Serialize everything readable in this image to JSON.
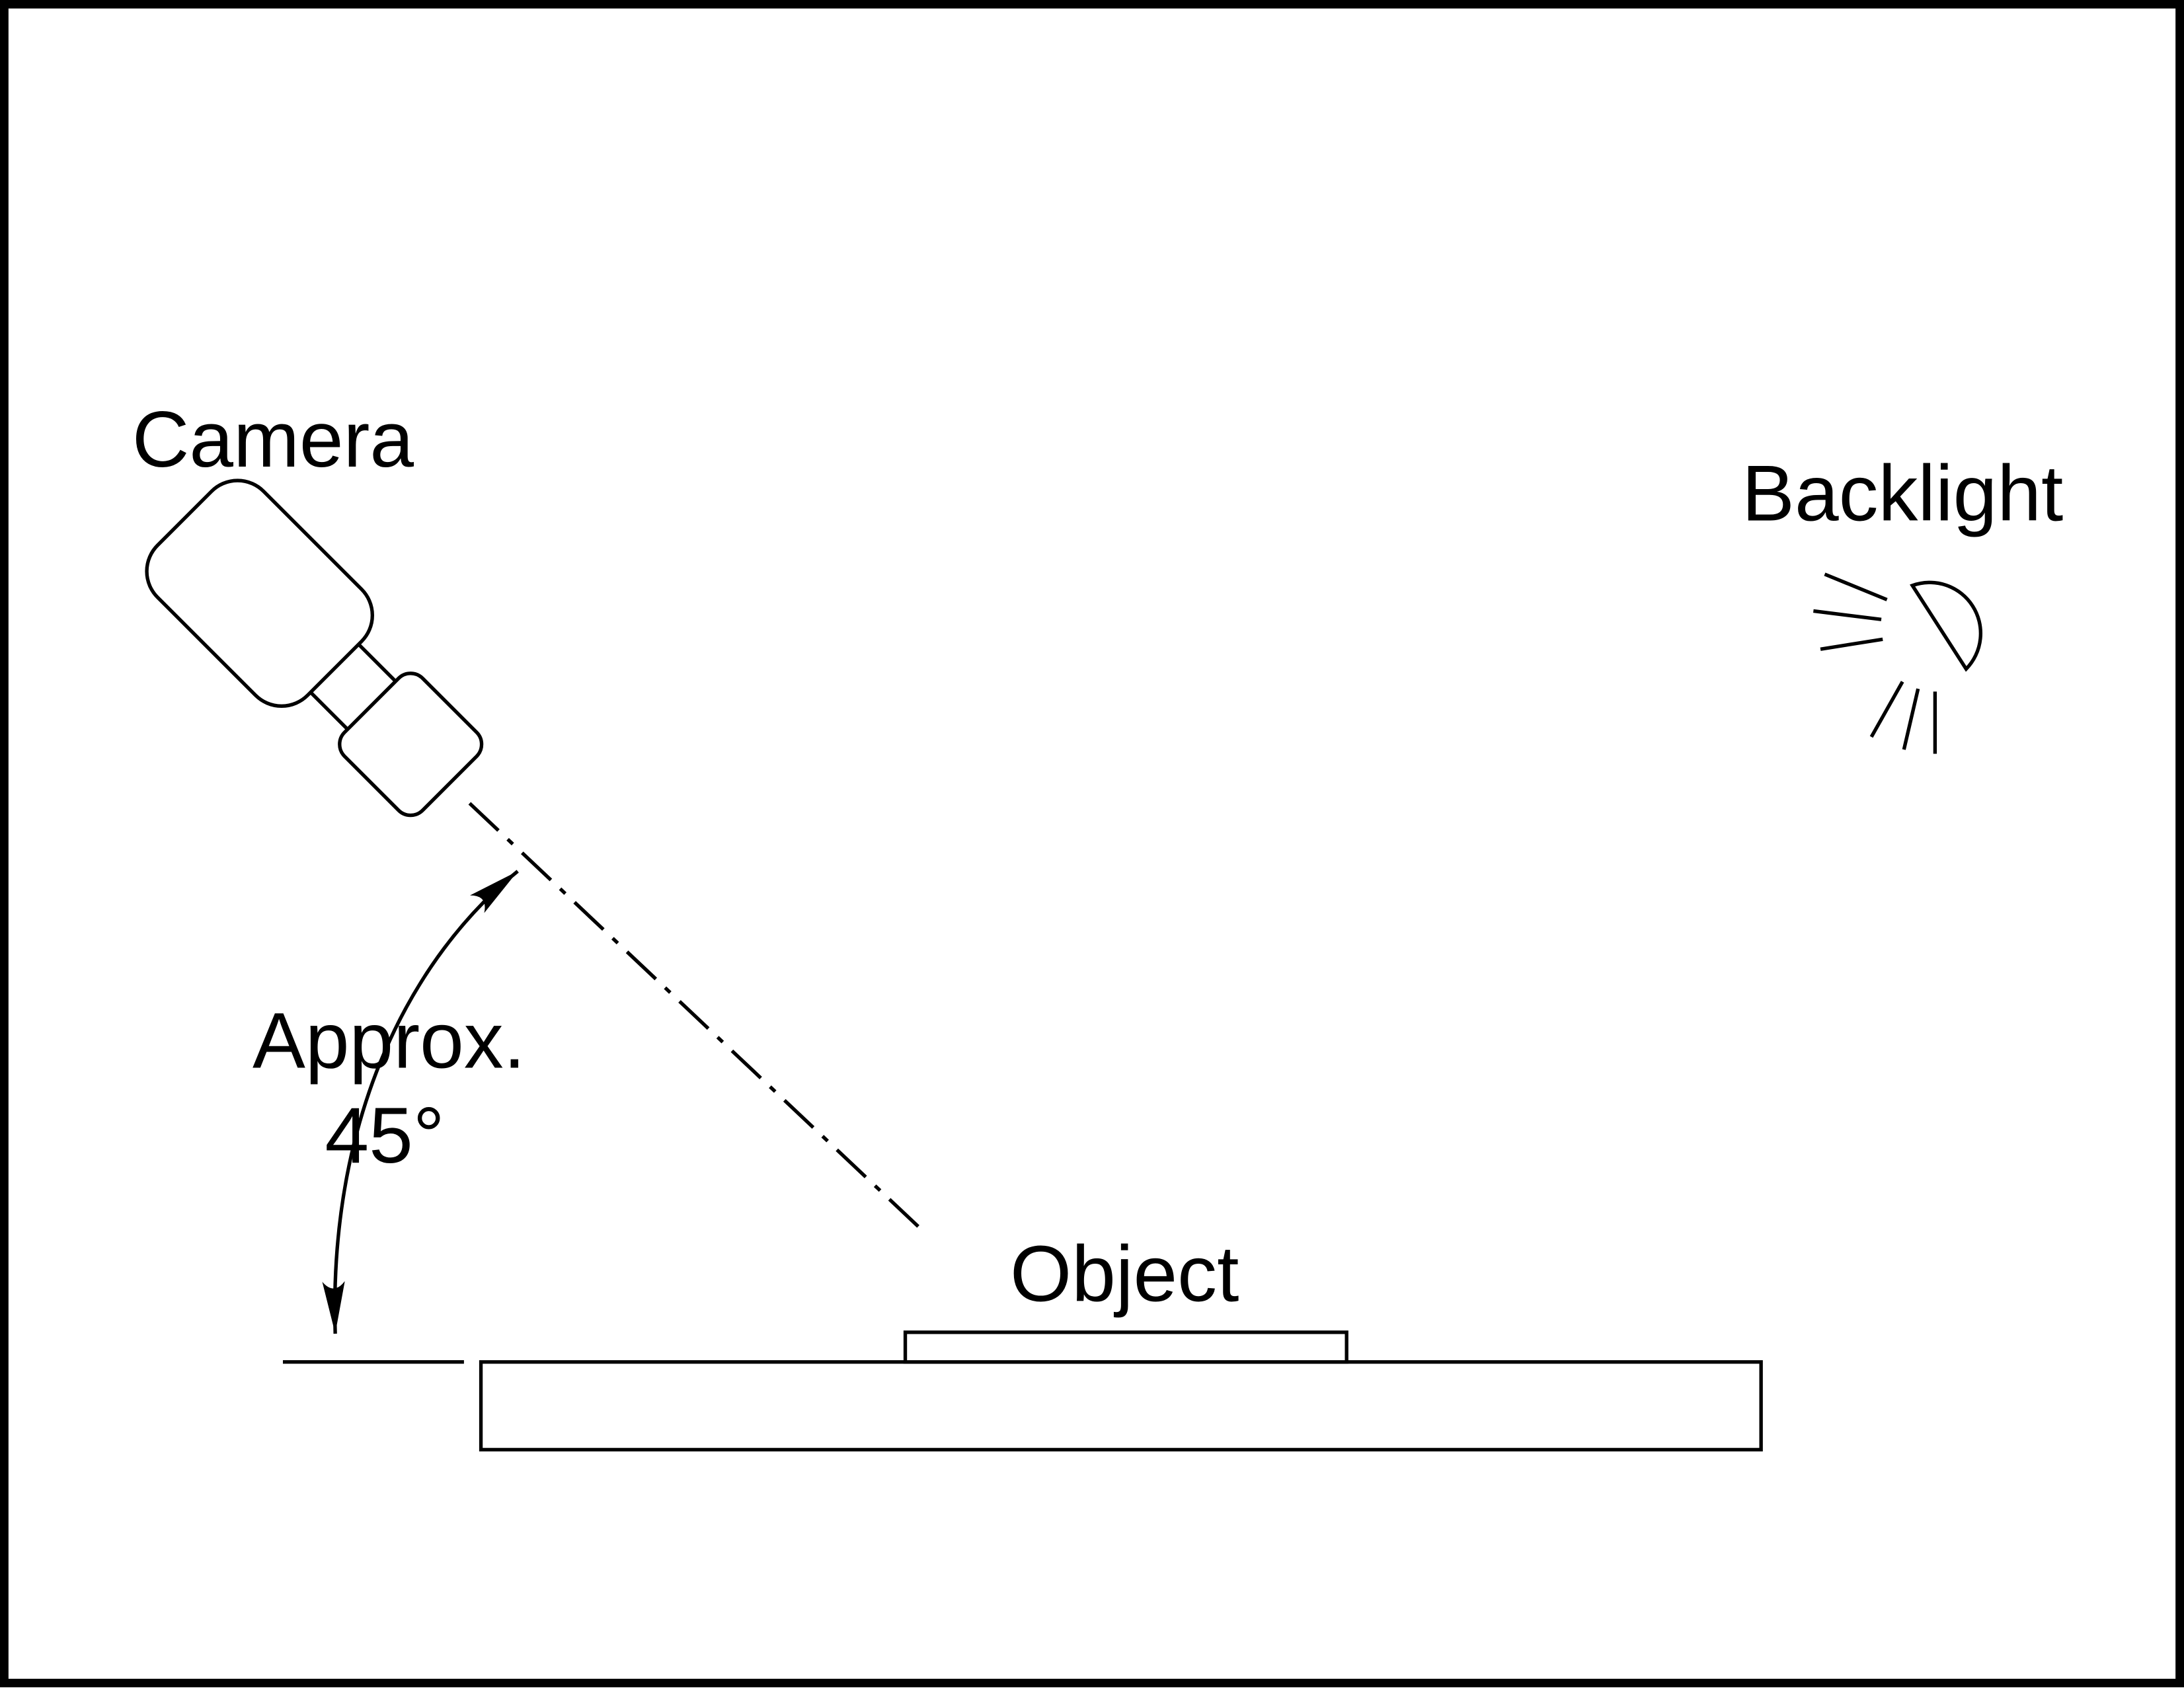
{
  "colors": {
    "background": "#ffffff",
    "stroke": "#000000"
  },
  "labels": {
    "camera": "Camera",
    "backlight": "Backlight",
    "angle_line1": "Approx.",
    "angle_line2": "45°",
    "object": "Object"
  }
}
